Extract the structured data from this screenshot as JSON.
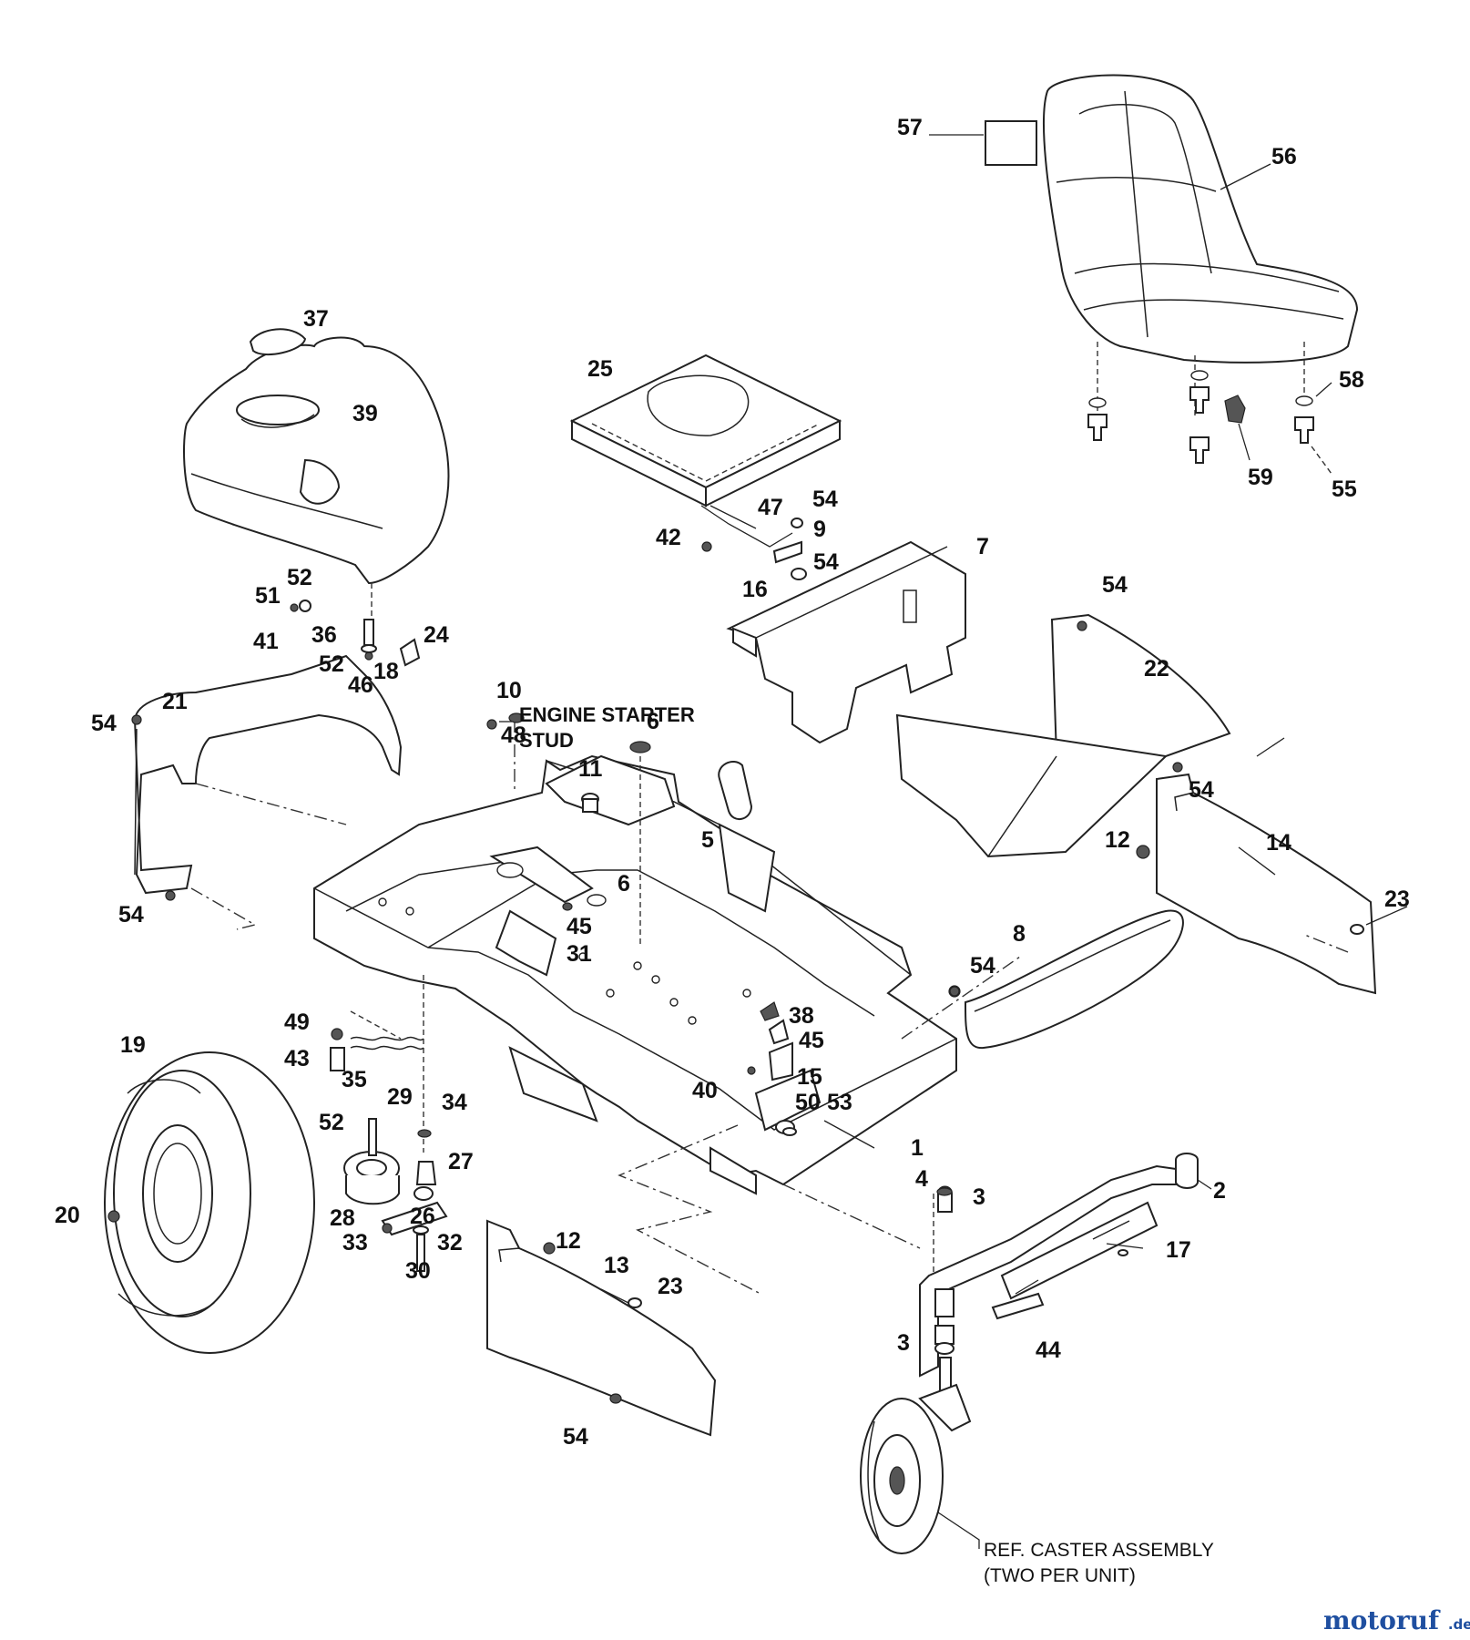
{
  "diagram": {
    "callouts": [
      "1",
      "2",
      "3",
      "3",
      "4",
      "5",
      "6",
      "6",
      "7",
      "8",
      "9",
      "10",
      "11",
      "12",
      "12",
      "13",
      "14",
      "15",
      "16",
      "17",
      "18",
      "19",
      "20",
      "21",
      "22",
      "23",
      "23",
      "24",
      "25",
      "26",
      "27",
      "28",
      "29",
      "30",
      "31",
      "32",
      "33",
      "34",
      "35",
      "36",
      "37",
      "38",
      "39",
      "40",
      "41",
      "42",
      "43",
      "44",
      "45",
      "45",
      "46",
      "47",
      "48",
      "49",
      "50",
      "51",
      "52",
      "52",
      "52",
      "53",
      "54",
      "54",
      "54",
      "54",
      "54",
      "54",
      "54",
      "54",
      "55",
      "56",
      "57",
      "58",
      "59"
    ],
    "notes": {
      "engine_starter_line1": "ENGINE STARTER",
      "engine_starter_line2": "STUD",
      "ref_caster_line1": "REF. CASTER ASSEMBLY",
      "ref_caster_line2": "(TWO PER UNIT)"
    }
  },
  "watermark": {
    "brand": "motoruf",
    "domain": ".de",
    "colors": {
      "m": "#1f4fa0",
      "o": "#e53935",
      "t": "#2e9c3a",
      "rest": "#1f4fa0"
    }
  }
}
